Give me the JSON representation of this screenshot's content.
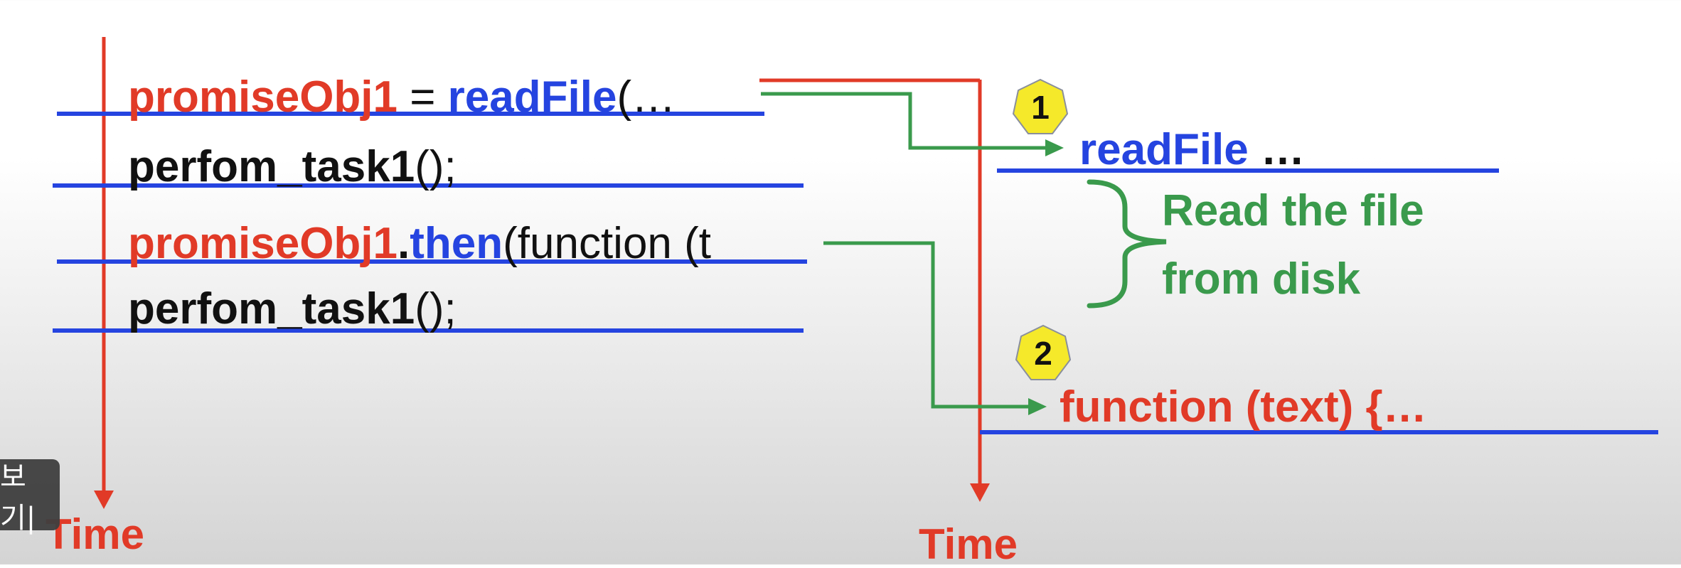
{
  "left_code": {
    "line1": {
      "var": "promiseObj1",
      "op": " = ",
      "func": "readFile",
      "rest": "(…"
    },
    "line2": {
      "text": "perfom_task1",
      "paren": "();"
    },
    "line3": {
      "var": "promiseObj1",
      "dot": ".",
      "method": "then",
      "rest": "(function (t"
    },
    "line4": {
      "text": "perfom_task1",
      "paren": "();"
    }
  },
  "right_side": {
    "read_call": {
      "func": "readFile",
      "rest": " …"
    },
    "note_line1": "Read the file",
    "note_line2": "from disk",
    "callback": "function (text) {…"
  },
  "markers": {
    "first": "1",
    "second": "2"
  },
  "axes": {
    "left_label": "Time",
    "right_label": "Time"
  },
  "overlay": {
    "caption_button": "보기|"
  },
  "colors": {
    "red": "#e13a27",
    "blue": "#2544e0",
    "green": "#3a9a4c",
    "marker_fill": "#f5e92a"
  }
}
